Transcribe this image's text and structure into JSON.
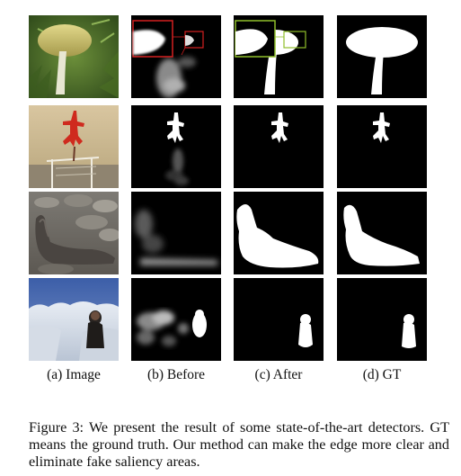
{
  "figure": {
    "columns": [
      {
        "id": "image",
        "label": "(a) Image"
      },
      {
        "id": "before",
        "label": "(b) Before"
      },
      {
        "id": "after",
        "label": "(c) After"
      },
      {
        "id": "gt",
        "label": "(d) GT"
      }
    ],
    "rows": [
      "mushroom",
      "statue",
      "seal",
      "snow-scene"
    ],
    "colors": {
      "mask_background": "#000000",
      "mask_foreground": "#ffffff",
      "zoom_box_before": "#d42020",
      "zoom_box_after": "#8fbf2a"
    }
  },
  "caption": {
    "text": "Figure 3: We present the result of some state-of-the-art detectors. GT means the ground truth. Our method can make the edge more clear and eliminate fake saliency areas."
  }
}
